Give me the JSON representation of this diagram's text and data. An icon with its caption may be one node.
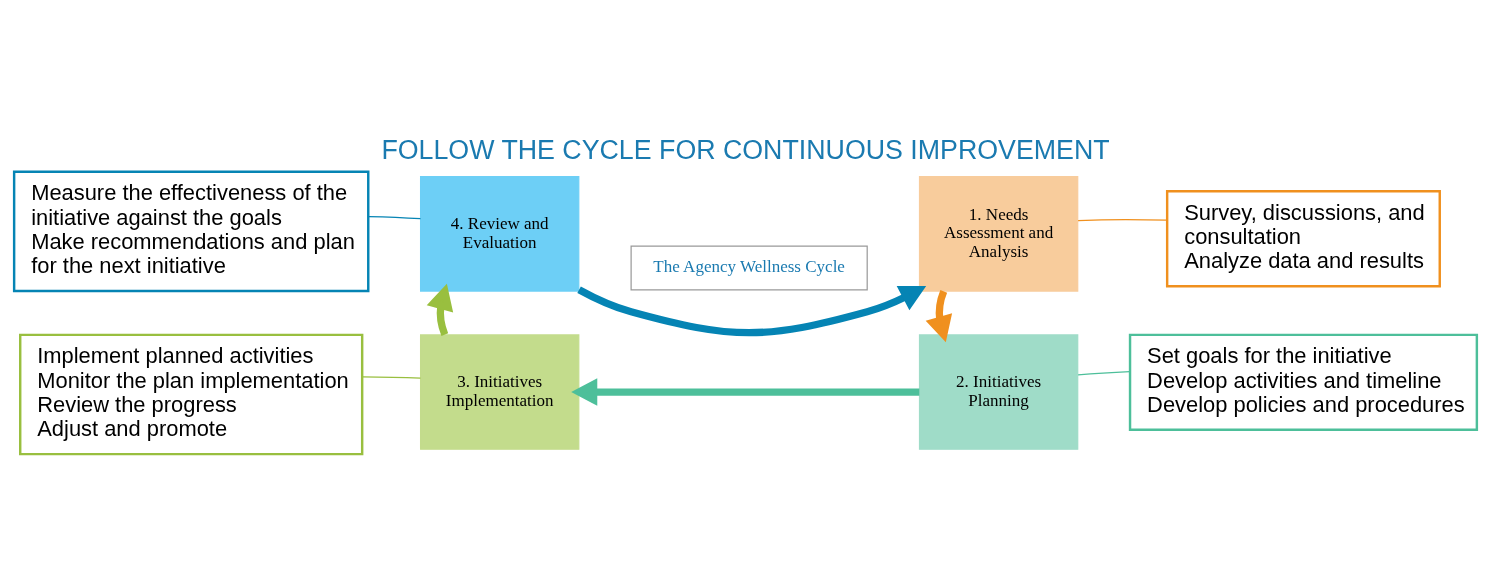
{
  "diagram": {
    "title": "FOLLOW THE CYCLE FOR CONTINUOUS IMPROVEMENT",
    "nodes": [
      {
        "text": [
          "4. Review and Evaluation"
        ]
      },
      {
        "text": [
          "1. Needs Assessment and Analysis"
        ]
      },
      {
        "text": [
          "3. Initiatives Implementation"
        ]
      },
      {
        "text": [
          "2. Initiatives Planning"
        ]
      },
      {
        "text": [
          "The Agency Wellness Cycle"
        ]
      },
      {
        "text": [
          "Measure the effectiveness of the initiative against the goals",
          "Make recommendations and plan for the next initiative"
        ]
      },
      {
        "text": [
          "Survey, discussions, and consultation",
          "Analyze data and results"
        ]
      },
      {
        "text": [
          "Implement planned activities",
          "Monitor the plan implementation",
          "Review the progress",
          "Adjust and promote"
        ]
      },
      {
        "text": [
          "Set goals for the initiative",
          "Develop activities and timeline",
          "Develop policies and procedures"
        ]
      }
    ],
    "edges": [
      {
        "from": 1,
        "to": 3,
        "arrow": "to",
        "style": "thick",
        "color": "#f0901e"
      },
      {
        "from": 3,
        "to": 2,
        "arrow": "to",
        "style": "thick",
        "color": "#4dbf9a"
      },
      {
        "from": 2,
        "to": 0,
        "arrow": "to",
        "style": "thick",
        "color": "#99bf3f"
      },
      {
        "from": 0,
        "to": 1,
        "arrow": "to",
        "style": "thick",
        "color": "#0584b4"
      },
      {
        "from": 5,
        "to": 0,
        "arrow": "none",
        "color": "#0584b4"
      },
      {
        "from": 6,
        "to": 1,
        "arrow": "none",
        "color": "#f0901e"
      },
      {
        "from": 7,
        "to": 2,
        "arrow": "none",
        "color": "#99bf3f"
      },
      {
        "from": 8,
        "to": 3,
        "arrow": "none",
        "color": "#4dbf9a"
      }
    ]
  }
}
